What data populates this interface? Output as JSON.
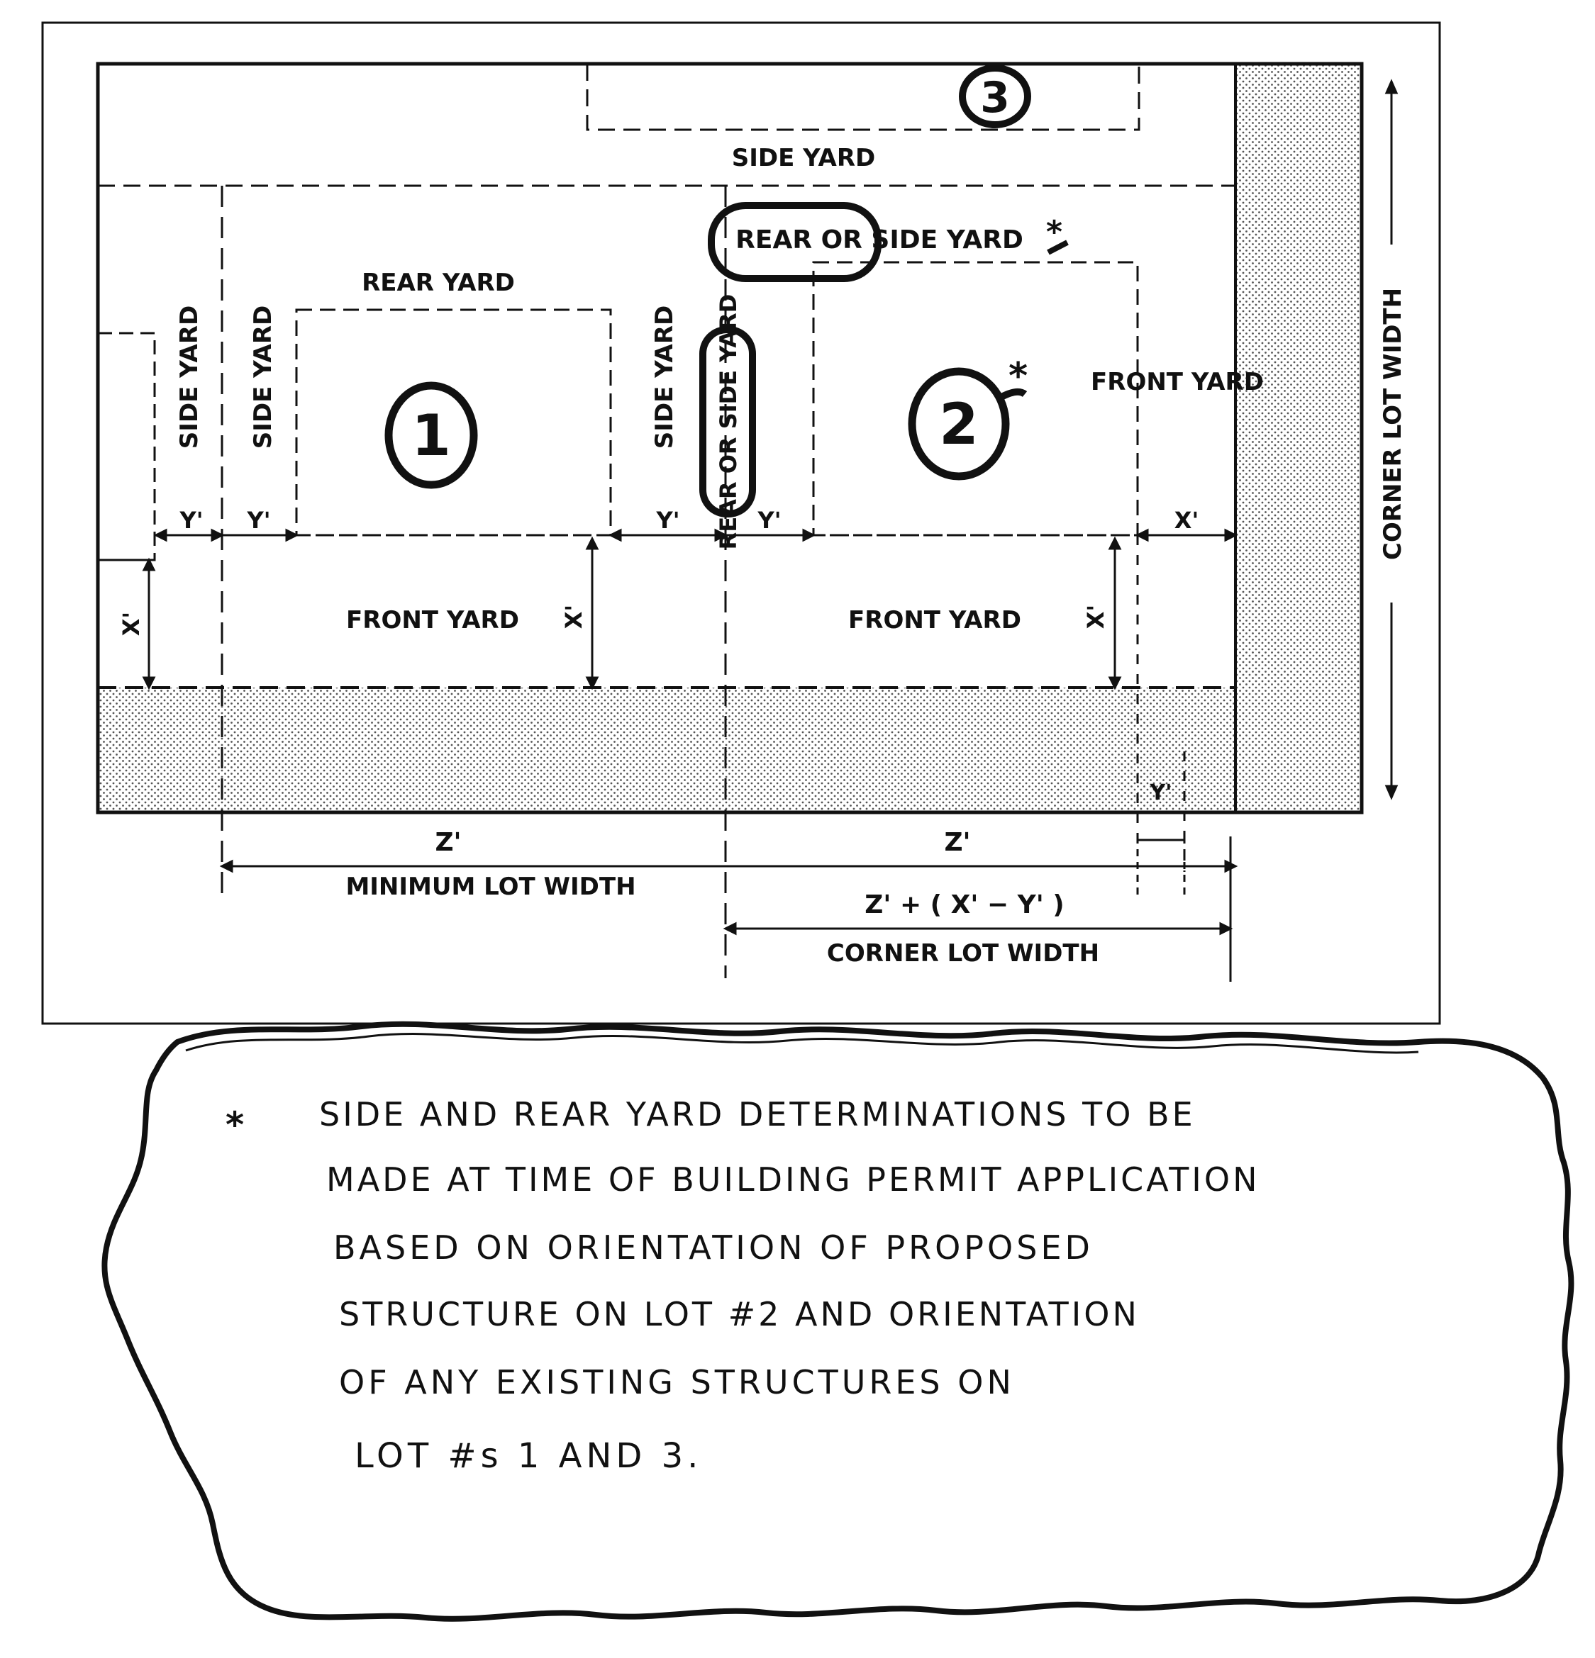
{
  "diagram": {
    "lot_labels": {
      "lot1": "1",
      "lot2": "2",
      "lot3": "3"
    },
    "yards": {
      "side_yard_top": "SIDE YARD",
      "rear_yard_lot1": "REAR YARD",
      "rear_or_side_yard_top": "REAR OR SIDE YARD",
      "side_yard_left_outer": "SIDE YARD",
      "side_yard_left_inner": "SIDE YARD",
      "side_yard_middle": "SIDE YARD",
      "rear_or_side_yard_vertical": "REAR OR SIDE YARD",
      "front_yard_lot2_side": "FRONT YARD",
      "front_yard_lot1": "FRONT YARD",
      "front_yard_lot2": "FRONT YARD"
    },
    "dimensions": {
      "y_prime": "Y'",
      "x_prime": "X'",
      "z_prime": "Z'",
      "min_lot_width": "MINIMUM LOT WIDTH",
      "corner_formula": "Z' + ( X' − Y' )",
      "corner_lot_width": "CORNER LOT WIDTH",
      "corner_lot_width_vertical": "CORNER LOT WIDTH"
    },
    "asterisk": "*"
  },
  "note": {
    "asterisk": "*",
    "lines": [
      "SIDE AND REAR YARD DETERMINATIONS TO BE",
      "MADE AT TIME OF BUILDING PERMIT APPLICATION",
      "BASED ON ORIENTATION OF PROPOSED",
      "STRUCTURE ON LOT #2 AND ORIENTATION",
      "OF ANY EXISTING STRUCTURES ON",
      "LOT #s 1 AND 3."
    ]
  }
}
